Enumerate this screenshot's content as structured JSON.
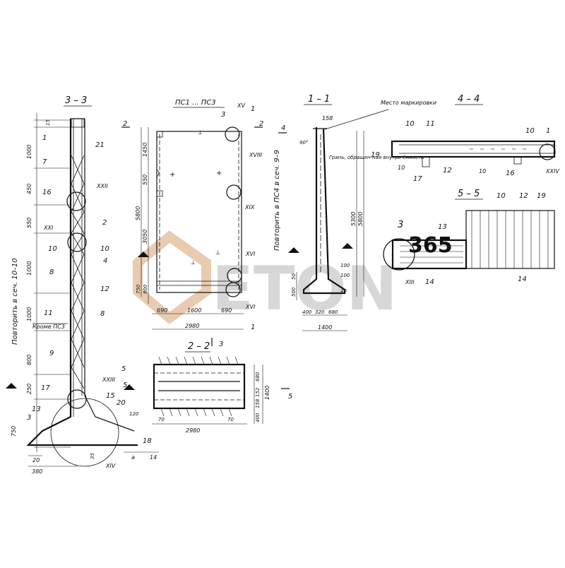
{
  "watermark": {
    "text": "ETON",
    "small": "365",
    "color": "#d7d7d7",
    "accent": "#f2c79a"
  },
  "views": {
    "v33": {
      "title": "3 – 3",
      "vertical_note": "Повторить в сеч. 10–10",
      "krome": "Кроме ПС3",
      "dims": [
        "15",
        "1000",
        "450",
        "550",
        "1000",
        "1000",
        "800",
        "250",
        "750"
      ],
      "bottom_dims": [
        "20",
        "380",
        "35",
        "120",
        "a",
        "14"
      ],
      "callouts": [
        "1",
        "21",
        "7",
        "16",
        "XXII",
        "XXI",
        "2",
        "10",
        "10",
        "4",
        "8",
        "12",
        "11",
        "8",
        "9",
        "XXIII",
        "17",
        "15",
        "20",
        "13",
        "3",
        "18",
        "XIV",
        "5",
        "5"
      ]
    },
    "vps": {
      "title": "ПС1 ... ПС3",
      "section_marks": [
        "2",
        "2",
        "3",
        "1",
        "1",
        "3"
      ],
      "callouts": [
        "XV",
        "XVIII",
        "XIX",
        "XVI",
        "XVI"
      ],
      "left_dims": [
        "1450",
        "550",
        "5800",
        "3050",
        "800",
        "750"
      ],
      "bottom_dims": [
        "690",
        "1600",
        "690",
        "2980"
      ]
    },
    "v11": {
      "title": "1 – 1",
      "vertical_note": "Повторить в ПС4 в сеч. 9–9",
      "top_dim": "158",
      "angle": "90°",
      "label_mark": "Место маркировки",
      "label_face": "Грань, обращен-ная внутрь ёмкости",
      "right_dims": [
        "5300",
        "5800"
      ],
      "small_dims": [
        "100",
        "100",
        "40"
      ],
      "left_dims": [
        "500",
        "50"
      ],
      "bottom_dims": [
        "400",
        "320",
        "680",
        "1400"
      ],
      "arrow": "4"
    },
    "v22": {
      "title": "2 – 2",
      "right_dims": [
        "680",
        "152",
        "1400",
        "158",
        "400"
      ],
      "bottom_dims": [
        "70",
        "70",
        "2980"
      ],
      "arrow": "5"
    },
    "v44": {
      "title": "4 – 4",
      "callouts": [
        "10",
        "11",
        "10",
        "1",
        "19",
        "10",
        "12",
        "10",
        "16",
        "17",
        "XXIV"
      ]
    },
    "v55": {
      "title": "5 – 5",
      "callouts": [
        "10",
        "12",
        "19",
        "3",
        "13",
        "XIII",
        "14",
        "14"
      ]
    }
  }
}
